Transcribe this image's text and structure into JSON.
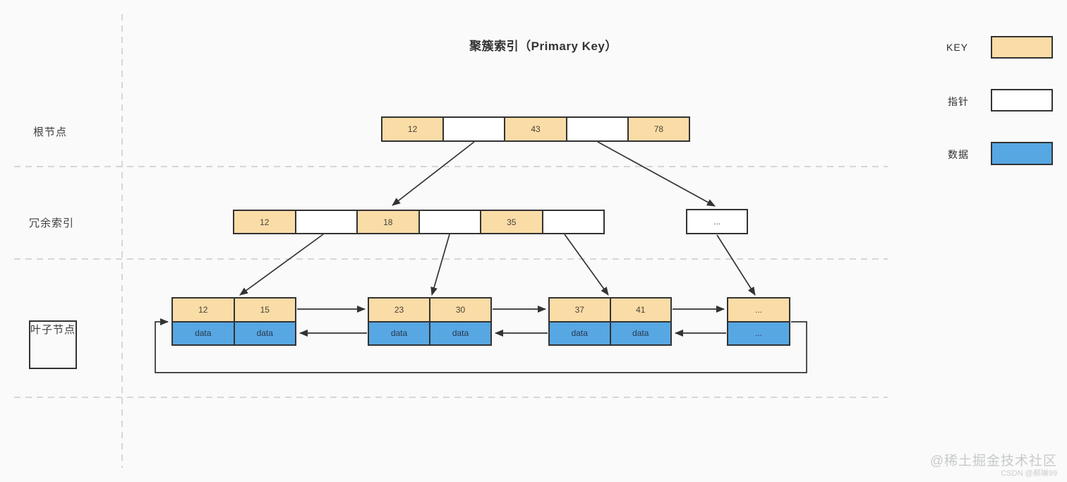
{
  "title": "聚簇索引（Primary Key）",
  "row_labels": {
    "root": "根节点",
    "middle": "冗余索引",
    "leaf": "叶子节点"
  },
  "legend": {
    "items": [
      {
        "label": "KEY",
        "type": "key",
        "color": "#FADCA7"
      },
      {
        "label": "指针",
        "type": "pointer",
        "color": "#FFFFFF"
      },
      {
        "label": "数据",
        "type": "data",
        "color": "#57A7E3"
      }
    ]
  },
  "colors": {
    "key_fill": "#FADCA7",
    "pointer_fill": "#FFFFFF",
    "data_fill": "#57A7E3",
    "border": "#333333",
    "background": "#FAFAFA",
    "separator_dash": "#C9C9C9"
  },
  "nodes": {
    "root": {
      "cells": [
        {
          "type": "key",
          "text": "12"
        },
        {
          "type": "pointer",
          "text": ""
        },
        {
          "type": "key",
          "text": "43"
        },
        {
          "type": "pointer",
          "text": ""
        },
        {
          "type": "key",
          "text": "78"
        }
      ]
    },
    "middle": {
      "cells": [
        {
          "type": "key",
          "text": "12"
        },
        {
          "type": "pointer",
          "text": ""
        },
        {
          "type": "key",
          "text": "18"
        },
        {
          "type": "pointer",
          "text": ""
        },
        {
          "type": "key",
          "text": "35"
        },
        {
          "type": "pointer",
          "text": ""
        }
      ]
    },
    "middle_more": {
      "text": "..."
    },
    "leaves": [
      {
        "keys": [
          "12",
          "15"
        ],
        "data": [
          "data",
          "data"
        ]
      },
      {
        "keys": [
          "23",
          "30"
        ],
        "data": [
          "data",
          "data"
        ]
      },
      {
        "keys": [
          "37",
          "41"
        ],
        "data": [
          "data",
          "data"
        ]
      },
      {
        "keys": [
          "..."
        ],
        "data": [
          "..."
        ]
      }
    ]
  },
  "watermark": {
    "line1": "@稀土掘金技术社区",
    "line2": "CSDN @郝琳99"
  }
}
